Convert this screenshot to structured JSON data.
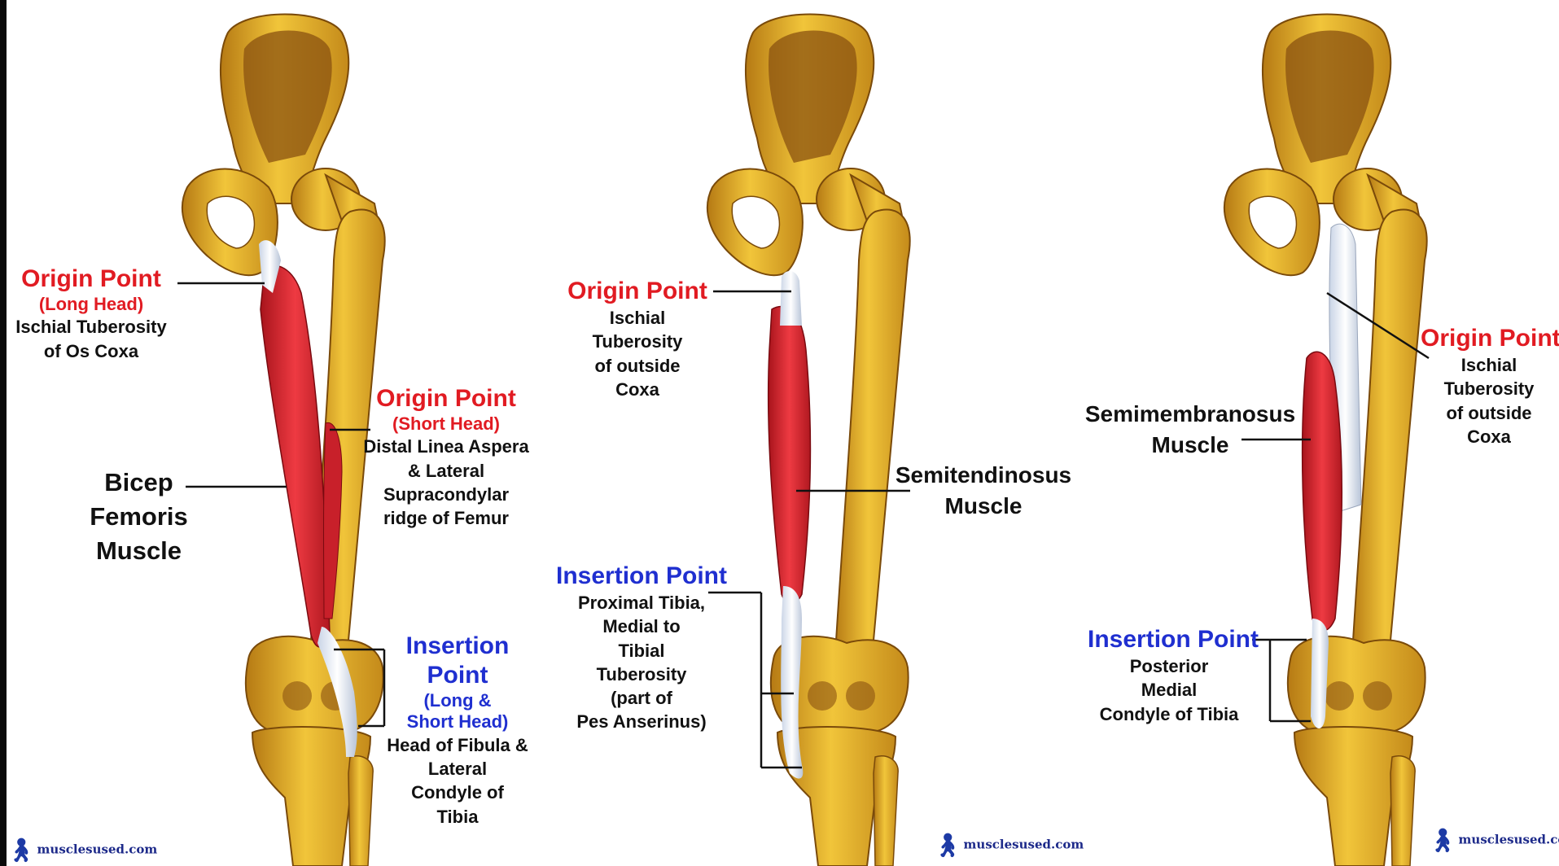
{
  "panel1": {
    "origin_long": {
      "title": "Origin Point",
      "qualifier": "(Long Head)",
      "desc": [
        "Ischial Tuberosity",
        "of Os Coxa"
      ]
    },
    "origin_short": {
      "title": "Origin Point",
      "qualifier": "(Short Head)",
      "desc": [
        "Distal Linea Aspera",
        "& Lateral",
        "Supracondylar",
        "ridge of Femur"
      ]
    },
    "muscle": [
      "Bicep",
      "Femoris",
      "Muscle"
    ],
    "insertion": {
      "title": [
        "Insertion",
        "Point"
      ],
      "qualifier": [
        "(Long &",
        "Short Head)"
      ],
      "desc": [
        "Head of Fibula &",
        "Lateral",
        "Condyle of",
        "Tibia"
      ]
    },
    "logo": "musclesused.com"
  },
  "panel2": {
    "origin": {
      "title": "Origin Point",
      "desc": [
        "Ischial",
        "Tuberosity",
        "of outside",
        "Coxa"
      ]
    },
    "muscle": [
      "Semitendinosus",
      "Muscle"
    ],
    "insertion": {
      "title": "Insertion Point",
      "desc": [
        "Proximal Tibia,",
        "Medial to",
        "Tibial",
        "Tuberosity",
        "(part of",
        "Pes Anserinus)"
      ]
    },
    "logo": "musclesused.com"
  },
  "panel3": {
    "origin": {
      "title": "Origin Point",
      "desc": [
        "Ischial",
        "Tuberosity",
        "of outside",
        "Coxa"
      ]
    },
    "muscle": [
      "Semimembranosus",
      "Muscle"
    ],
    "insertion": {
      "title": "Insertion Point",
      "desc": [
        "Posterior",
        "Medial",
        "Condyle of Tibia"
      ]
    },
    "logo": "musclesused.com"
  },
  "colors": {
    "origin": "#e11b22",
    "insertion": "#1f2fd0",
    "bone": "#e2b22e",
    "muscle": "#d9242c"
  }
}
